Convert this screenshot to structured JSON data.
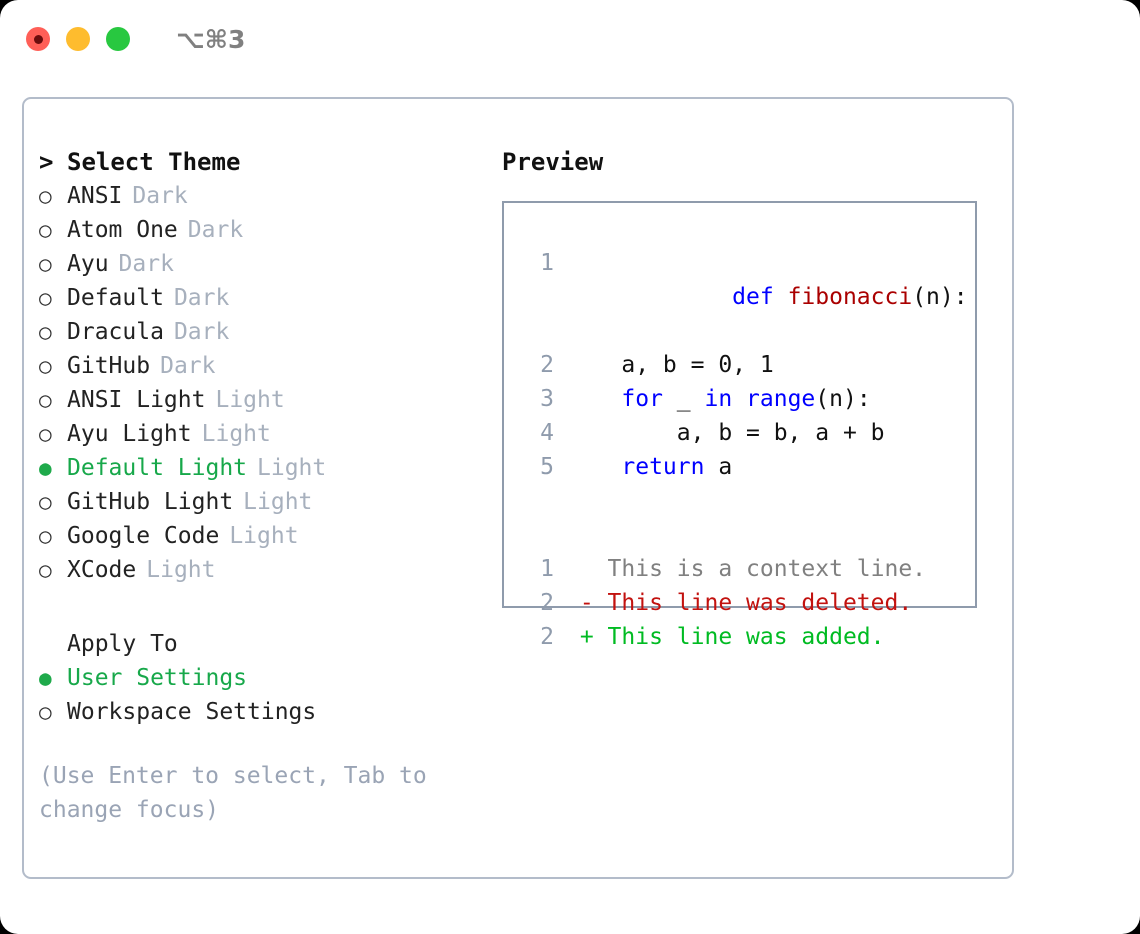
{
  "window": {
    "traffic_lights": [
      {
        "name": "close",
        "color": "#ff5f57"
      },
      {
        "name": "minimize",
        "color": "#febc2e"
      },
      {
        "name": "maximize",
        "color": "#28c840"
      }
    ],
    "shortcut": "⌥⌘3"
  },
  "theme_picker": {
    "heading_marker": ">",
    "heading": "Select Theme",
    "items": [
      {
        "marker": "○",
        "label": "ANSI",
        "tag": "Dark",
        "selected": false
      },
      {
        "marker": "○",
        "label": "Atom One",
        "tag": "Dark",
        "selected": false
      },
      {
        "marker": "○",
        "label": "Ayu",
        "tag": "Dark",
        "selected": false
      },
      {
        "marker": "○",
        "label": "Default",
        "tag": "Dark",
        "selected": false
      },
      {
        "marker": "○",
        "label": "Dracula",
        "tag": "Dark",
        "selected": false
      },
      {
        "marker": "○",
        "label": "GitHub",
        "tag": "Dark",
        "selected": false
      },
      {
        "marker": "○",
        "label": "ANSI Light",
        "tag": "Light",
        "selected": false
      },
      {
        "marker": "○",
        "label": "Ayu Light",
        "tag": "Light",
        "selected": false
      },
      {
        "marker": "●",
        "label": "Default Light",
        "tag": "Light",
        "selected": true
      },
      {
        "marker": "○",
        "label": "GitHub Light",
        "tag": "Light",
        "selected": false
      },
      {
        "marker": "○",
        "label": "Google Code",
        "tag": "Light",
        "selected": false
      },
      {
        "marker": "○",
        "label": "XCode",
        "tag": "Light",
        "selected": false
      }
    ]
  },
  "apply_to": {
    "heading": "Apply To",
    "options": [
      {
        "marker": "●",
        "label": "User Settings",
        "selected": true
      },
      {
        "marker": "○",
        "label": "Workspace Settings",
        "selected": false
      }
    ]
  },
  "hint": "(Use Enter to select, Tab to change focus)",
  "preview": {
    "title": "Preview",
    "code_lines": [
      {
        "num": "1",
        "segments": [
          {
            "text": "def ",
            "style": "kw"
          },
          {
            "text": "fibonacci",
            "style": "fn"
          },
          {
            "text": "(n):",
            "style": "plain"
          }
        ]
      },
      {
        "num": "2",
        "segments": [
          {
            "text": "    a, b = 0, 1",
            "style": "plain"
          }
        ]
      },
      {
        "num": "3",
        "segments": [
          {
            "text": "    ",
            "style": "plain"
          },
          {
            "text": "for",
            "style": "kw"
          },
          {
            "text": " _ ",
            "style": "plain"
          },
          {
            "text": "in",
            "style": "kw"
          },
          {
            "text": " ",
            "style": "plain"
          },
          {
            "text": "range",
            "style": "kw"
          },
          {
            "text": "(n):",
            "style": "plain"
          }
        ]
      },
      {
        "num": "4",
        "segments": [
          {
            "text": "        a, b = b, a + b",
            "style": "plain"
          }
        ]
      },
      {
        "num": "5",
        "segments": [
          {
            "text": "    ",
            "style": "plain"
          },
          {
            "text": "return",
            "style": "kw"
          },
          {
            "text": " a",
            "style": "plain"
          }
        ]
      }
    ],
    "diff_lines": [
      {
        "num": "1",
        "text": "   This is a context line.",
        "style": "ctx"
      },
      {
        "num": "2",
        "text": " - This line was deleted.",
        "style": "del"
      },
      {
        "num": "2",
        "text": " + This line was added.",
        "style": "add"
      }
    ]
  },
  "colors": {
    "selected_green": "#17a84a",
    "muted_gray": "#a7b0bd",
    "keyword_blue": "#0000ff",
    "function_red": "#aa0000",
    "diff_added": "#00bb22",
    "diff_deleted": "#c2120f",
    "panel_border": "#b3bcca",
    "code_border": "#8f9bac"
  }
}
